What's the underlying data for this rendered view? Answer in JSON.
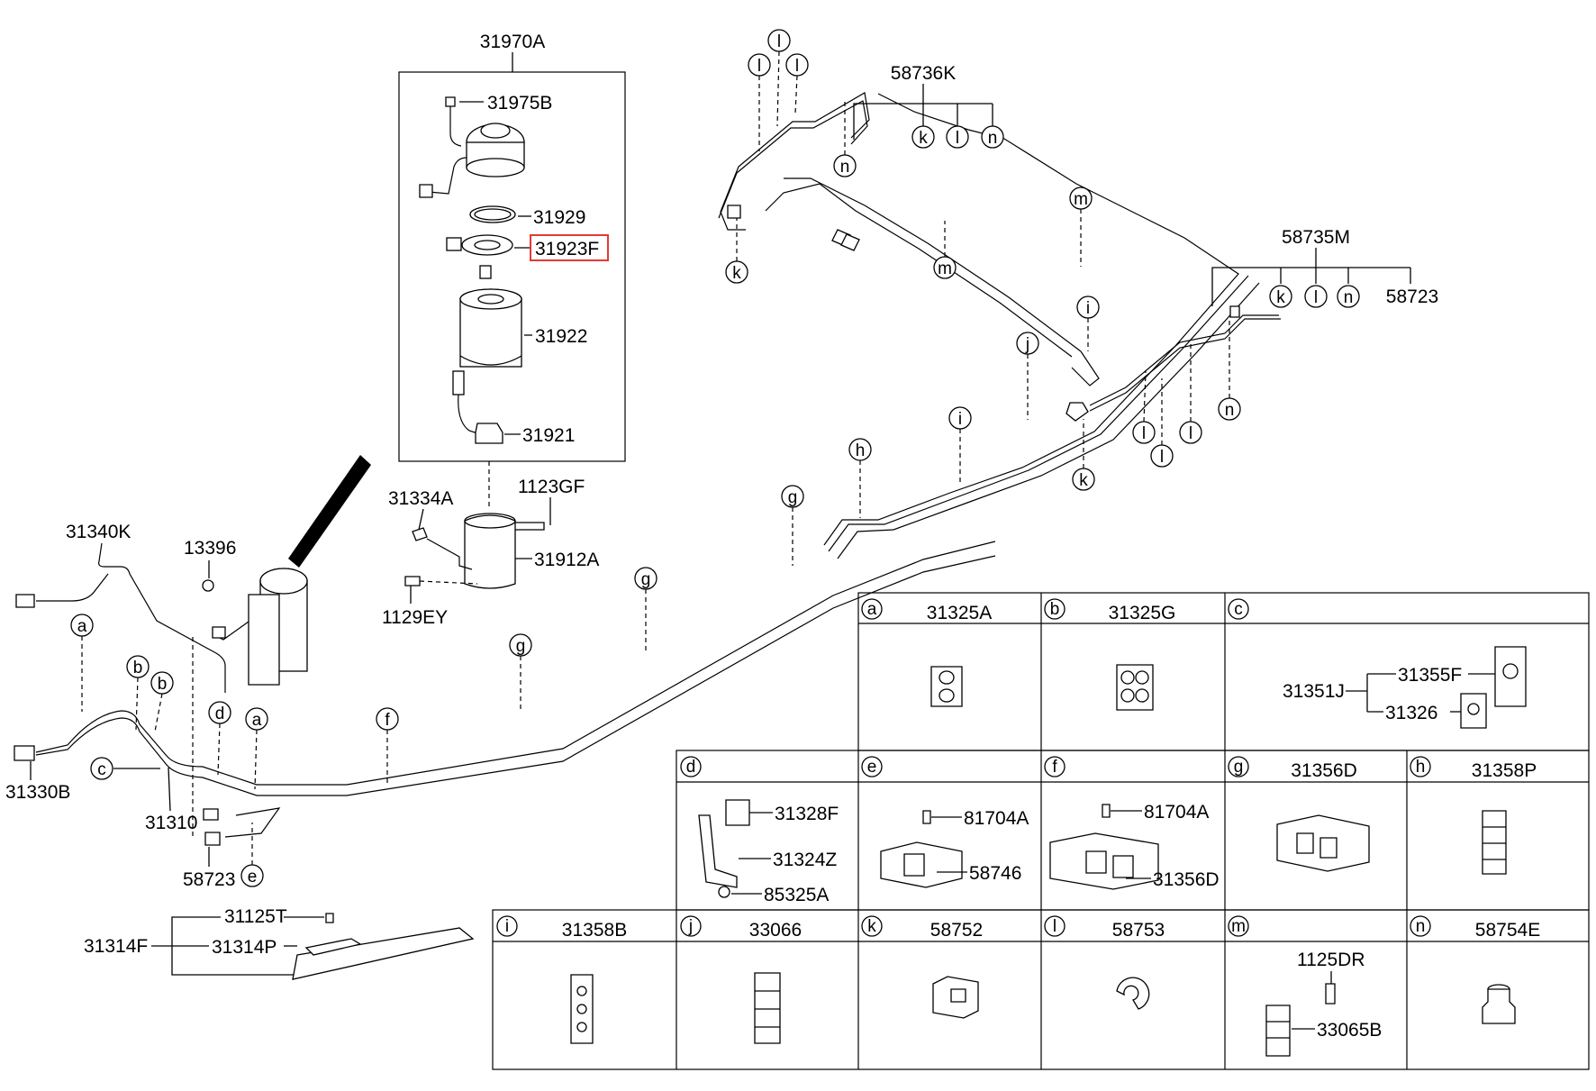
{
  "diagram": {
    "part_labels": {
      "p31970A": "31970A",
      "p31975B": "31975B",
      "p31929": "31929",
      "p31923F": "31923F",
      "p31922": "31922",
      "p31921": "31921",
      "p31334A": "31334A",
      "p1123GF": "1123GF",
      "p31912A": "31912A",
      "p1129EY": "1129EY",
      "p31340K": "31340K",
      "p13396": "13396",
      "p31330B": "31330B",
      "p31310": "31310",
      "p58723a": "58723",
      "p31125T": "31125T",
      "p31314F": "31314F",
      "p31314P": "31314P",
      "p58736K": "58736K",
      "p58735M": "58735M",
      "p58723b": "58723"
    },
    "callouts": {
      "a1": "a",
      "a2": "a",
      "b1": "b",
      "b2": "b",
      "c1": "c",
      "d1": "d",
      "e1": "e",
      "f1": "f",
      "g1": "g",
      "g2": "g",
      "g3": "g",
      "h1": "h",
      "i1": "i",
      "i2": "i",
      "j1": "j",
      "k1": "k",
      "k2": "k",
      "k3": "k",
      "k4": "k",
      "l1": "l",
      "l2": "l",
      "l3": "l",
      "l4": "l",
      "l5": "l",
      "l6": "l",
      "l7": "l",
      "l8": "l",
      "m1": "m",
      "m2": "m",
      "n1": "n",
      "n2": "n",
      "n3": "n",
      "n4": "n"
    },
    "highlighted_part": "31923F",
    "highlight_color": "#e53935"
  },
  "detail_table": {
    "cells": {
      "a": {
        "letter": "a",
        "part": "31325A"
      },
      "b": {
        "letter": "b",
        "part": "31325G"
      },
      "c": {
        "letter": "c",
        "part": "",
        "sub": {
          "group": "31351J",
          "top": "31355F",
          "bottom": "31326"
        }
      },
      "d": {
        "letter": "d",
        "part": "",
        "sub": {
          "p1": "31328F",
          "p2": "31324Z",
          "p3": "85325A"
        }
      },
      "e": {
        "letter": "e",
        "part": "",
        "sub": {
          "p1": "81704A",
          "p2": "58746"
        }
      },
      "f": {
        "letter": "f",
        "part": "",
        "sub": {
          "p1": "81704A",
          "p2": "31356D"
        }
      },
      "g": {
        "letter": "g",
        "part": "31356D"
      },
      "h": {
        "letter": "h",
        "part": "31358P"
      },
      "i": {
        "letter": "i",
        "part": "31358B"
      },
      "j": {
        "letter": "j",
        "part": "33066"
      },
      "k": {
        "letter": "k",
        "part": "58752"
      },
      "l": {
        "letter": "l",
        "part": "58753"
      },
      "m": {
        "letter": "m",
        "part": "",
        "sub": {
          "p1": "1125DR",
          "p2": "33065B"
        }
      },
      "n": {
        "letter": "n",
        "part": "58754E"
      }
    }
  }
}
